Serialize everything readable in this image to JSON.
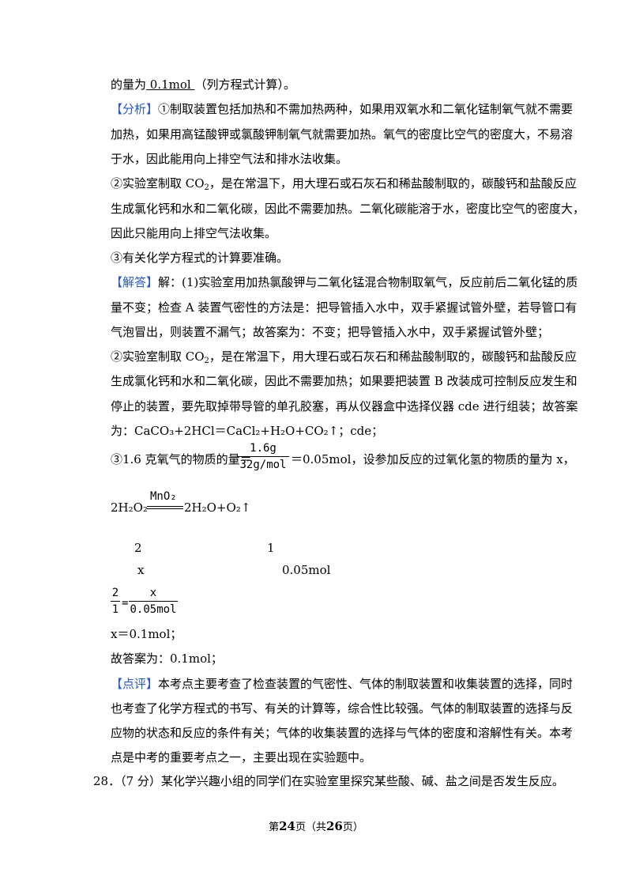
{
  "lines": {
    "l1_pre": "的量为",
    "l1_ans": "  0.1mol  ",
    "l1_post": "（列方程式计算）。",
    "analysis_tag": "【分析】",
    "analysis_1": "①制取装置包括加热和不需加热两种，如果用双氧水和二氧化锰制氧气就不需要",
    "analysis_2": "加热，如果用高锰酸钾或氯酸钾制氧气就需要加热。氧气的密度比空气的密度大，不易溶",
    "analysis_3": "于水，因此能用向上排空气法和排水法收集。",
    "analysis_4a": "②实验室制取 CO",
    "analysis_4b": "，是在常温下，用大理石或石灰石和稀盐酸制取的，碳酸钙和盐酸反应",
    "analysis_5": "生成氯化钙和水和二氧化碳，因此不需要加热。二氧化碳能溶于水，密度比空气的密度大，",
    "analysis_6": "因此只能用向上排空气法收集。",
    "analysis_7": "③有关化学方程式的计算要准确。",
    "answer_tag": "【解答】",
    "answer_1": "解：(1)实验室用加热氯酸钾与二氧化锰混合物制取氧气，反应前后二氧化锰的质",
    "answer_2": "量不变；检查 A 装置气密性的方法是：把导管插入水中，双手紧握试管外壁，若导管口有",
    "answer_3": "气泡冒出，则装置不漏气；故答案为：不变；把导管插入水中，双手紧握试管外壁；",
    "answer_4a": "②实验室制取 CO",
    "answer_4b": "，是在常温下，用大理石或石灰石和稀盐酸制取的，碳酸钙和盐酸反应",
    "answer_5": "生成氯化钙和水和二氧化碳，因此不需要加热；如果要把装置 B 改装成可控制反应发生和",
    "answer_6": "停止的装置，要先取掉带导管的单孔胶塞，再从仪器盒中选择仪器 cde 进行组装；故答案",
    "answer_7": "为：CaCO₃+2HCl＝CaCl₂+H₂O+CO₂↑；cde；",
    "answer_8a": "③1.6 克氧气的物质的量＝",
    "answer_8b": "＝0.05mol，设参加反应的过氧化氢的物质的量为 x，",
    "frac1_num": "1.6g",
    "frac1_den": "32g/mol",
    "eq_left": "2H₂O₂",
    "eq_catalyst": "MnO₂",
    "eq_right": "2H₂O+O₂↑",
    "coef_left": "2",
    "coef_right": "1",
    "var_left": "x",
    "var_right": "0.05mol",
    "frac2a_num": "2",
    "frac2a_den": "1",
    "frac2_eq": "=",
    "frac2b_num": "x",
    "frac2b_den": "0.05mol",
    "result": "x＝0.1mol；",
    "conclusion": "故答案为：0.1mol；",
    "comment_tag": "【点评】",
    "comment_1": "本考点主要考查了检查装置的气密性、气体的制取装置和收集装置的选择，同时",
    "comment_2": "也考查了化学方程式的书写、有关的计算等，综合性比较强。气体的制取装置的选择与反",
    "comment_3": "应物的状态和反应的条件有关；气体的收集装置的选择与气体的密度和溶解性有关。本考",
    "comment_4": "点是中考的重要考点之一，主要出现在实验题中。",
    "q28": "28．（7 分）某化学兴趣小组的同学们在实验室里探究某些酸、碱、盐之间是否发生反应。"
  },
  "footer": {
    "pre": "第",
    "page": "24",
    "mid": "页（共",
    "total": "26",
    "post": "页）"
  },
  "colors": {
    "tag": "#2b59c3"
  }
}
